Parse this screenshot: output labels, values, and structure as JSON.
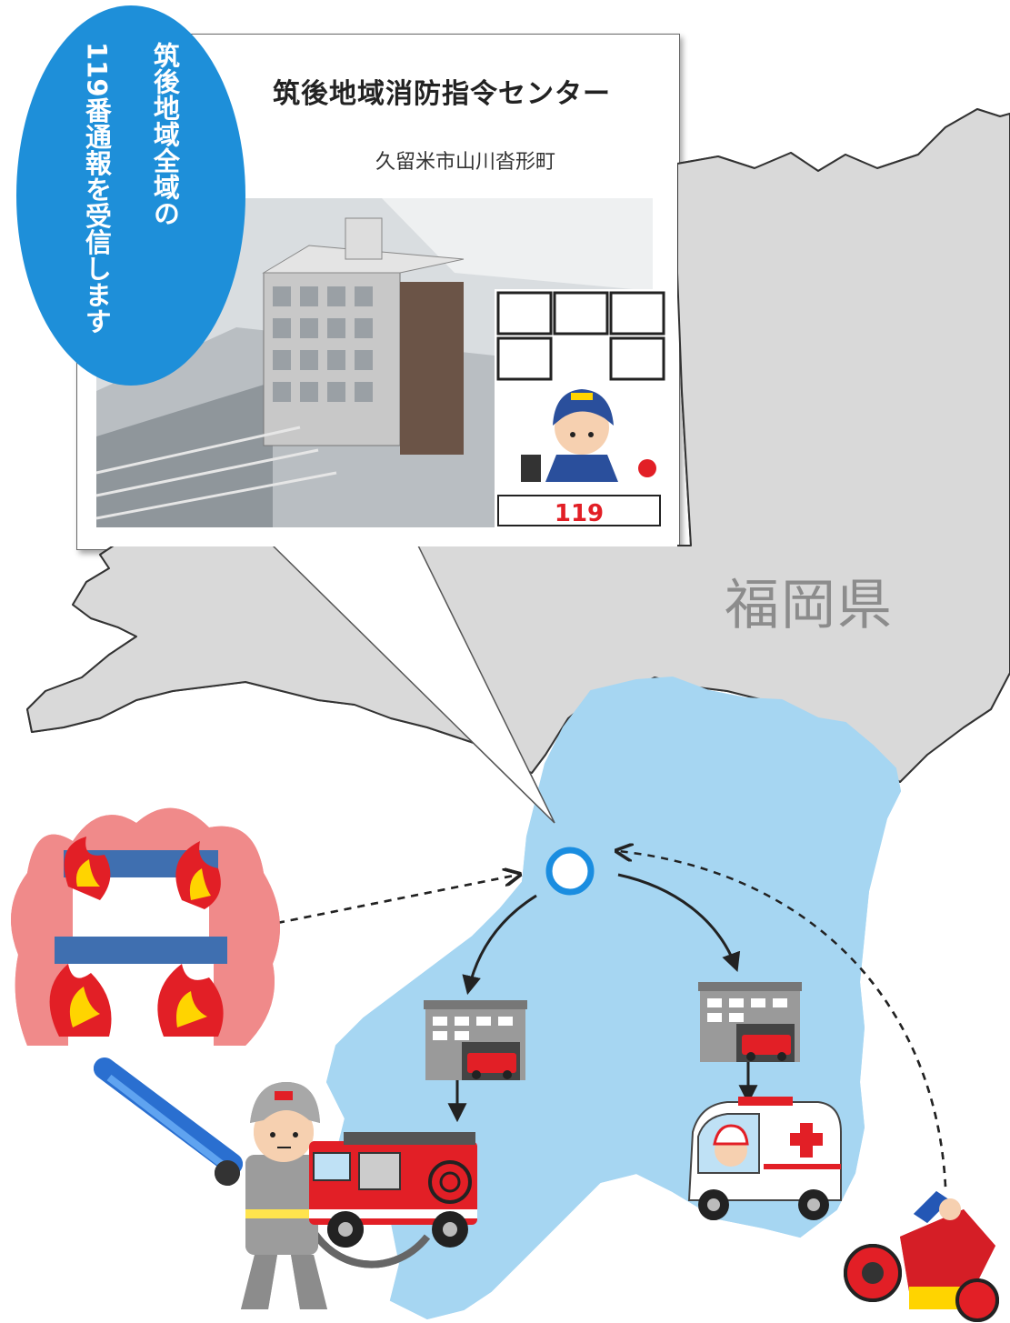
{
  "callout": {
    "title": "筑後地域消防指令センター",
    "address": "久留米市山川沓形町"
  },
  "bubble": {
    "line1": "筑後地域全域の",
    "line2": "119番通報を受信します"
  },
  "map": {
    "prefecture_label": "福岡県"
  },
  "dispatcher_desk": {
    "number": "119"
  },
  "colors": {
    "land_gray": "#d9d9d9",
    "region_blue": "#a6d6f2",
    "bubble_blue": "#1e8fd9",
    "marker_blue": "#1a8de0",
    "fire_red": "#e21f26"
  },
  "icons": [
    "burning-building-icon",
    "firefighter-icon",
    "fire-engine-icon",
    "fire-station-icon",
    "ambulance-icon",
    "injured-person-icon",
    "dispatcher-icon",
    "center-marker-icon"
  ]
}
